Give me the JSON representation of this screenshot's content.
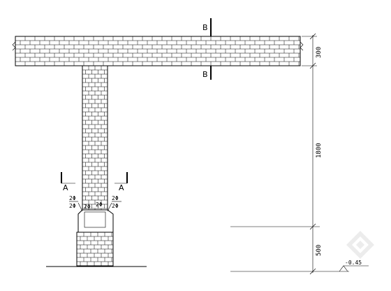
{
  "section_labels": {
    "b_top": "B",
    "b_bottom": "B",
    "a_left": "A",
    "a_right": "A"
  },
  "dimensions": {
    "beam_depth": "300",
    "column_height": "1800",
    "footing_height": "500"
  },
  "annotations": {
    "left_top": "2Φ",
    "left_bottom": "2Φ",
    "left_inner": "2Φ",
    "right_inner": "2Φ",
    "right_top": "2Φ",
    "right_bottom": "2Φ",
    "elevation": "-0.45"
  }
}
